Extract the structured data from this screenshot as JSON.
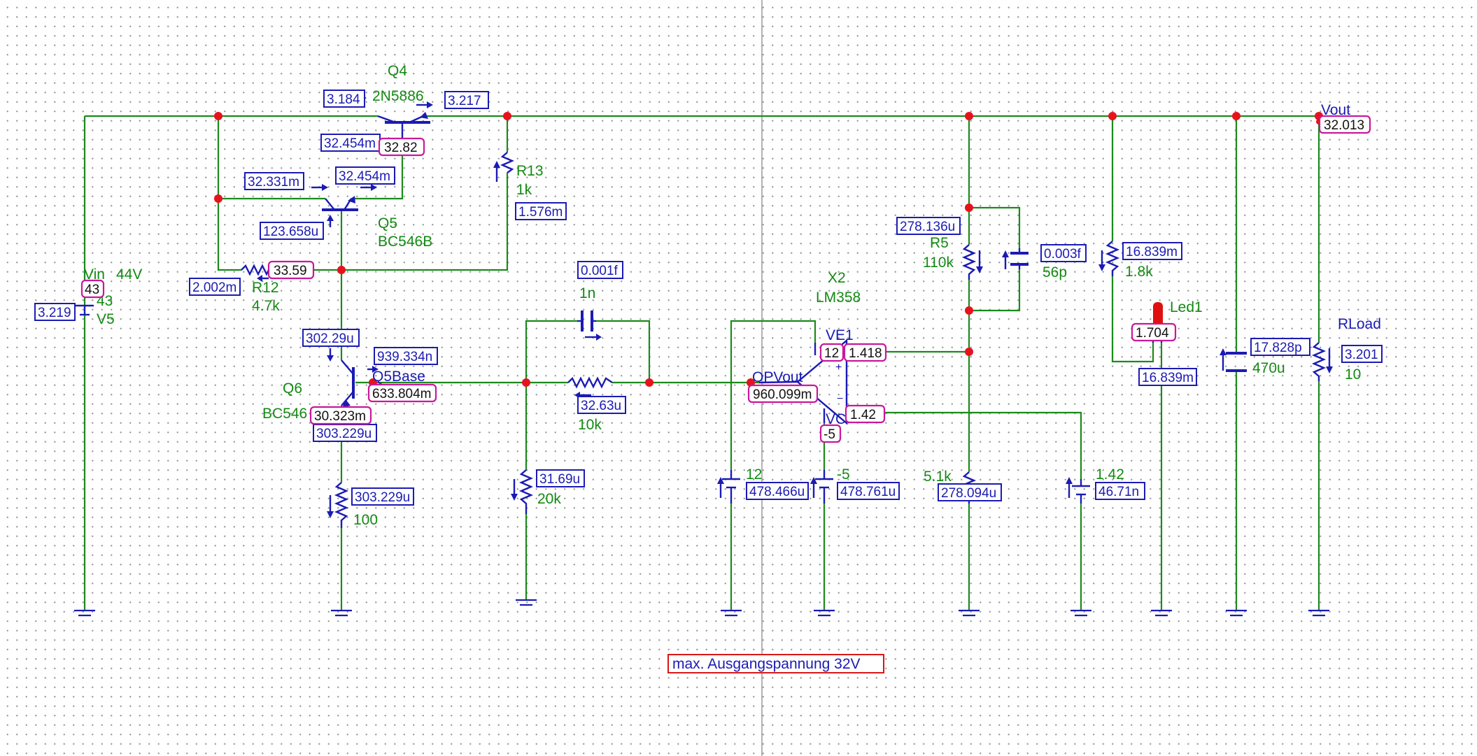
{
  "components": {
    "q4": {
      "ref": "Q4",
      "model": "2N5886"
    },
    "q5": {
      "ref": "Q5",
      "model": "BC546B"
    },
    "q6": {
      "ref": "Q6",
      "model": "BC546"
    },
    "r13": {
      "ref": "R13",
      "value": "1k"
    },
    "r12": {
      "ref": "R12",
      "value": "4.7k"
    },
    "vin": {
      "ref": "Vin",
      "value": "44V",
      "source": "V5",
      "set": "43"
    },
    "r_emitter": {
      "value": "100"
    },
    "c_fb": {
      "value": "1n"
    },
    "r_fb": {
      "value": "10k"
    },
    "r_base": {
      "value": "20k"
    },
    "x2": {
      "ref": "X2",
      "model": "LM358"
    },
    "ve1": {
      "ref": "VE1"
    },
    "vc": {
      "ref": "VC"
    },
    "opvout": {
      "ref": "OPVout"
    },
    "q5base": {
      "ref": "Q5Base"
    },
    "r5": {
      "ref": "R5",
      "value": "110k"
    },
    "c_r5": {
      "value": "56p"
    },
    "r_bottom": {
      "value": "5.1k"
    },
    "v12": {
      "value": "12"
    },
    "vneg5": {
      "value": "-5"
    },
    "vref": {
      "value": "1.42"
    },
    "r_led": {
      "value": "1.8k"
    },
    "led": {
      "ref": "Led1"
    },
    "c_out": {
      "value": "470u"
    },
    "rload": {
      "ref": "RLoad",
      "value": "10"
    },
    "vout": {
      "ref": "Vout"
    }
  },
  "readings": {
    "currents": {
      "q4_b": "3.184",
      "q4_e": "3.217",
      "q4_base_in": "32.454m",
      "q5_c": "32.331m",
      "q5_e": "32.454m",
      "q5_b": "123.658u",
      "r13": "1.576m",
      "r12": "2.002m",
      "q6_c": "302.29u",
      "q6_b": "939.334n",
      "q6_e": "303.229u",
      "r_emitter": "303.229u",
      "c_fb": "0.001f",
      "r_fb": "32.63u",
      "r_base": "31.69u",
      "v12": "478.466u",
      "vneg5": "478.761u",
      "r5": "278.136u",
      "c_r5": "0.003f",
      "r_bottom": "278.094u",
      "vref": "46.71n",
      "r_led": "16.839m",
      "led": "16.839m",
      "c_out": "17.828p",
      "rload": "3.201",
      "vin": "3.219"
    },
    "voltages": {
      "q4_base": "32.82",
      "r12_node": "33.59",
      "q6_base": "633.804m",
      "q6_emitter": "30.323m",
      "opvout": "960.099m",
      "ve1": "12",
      "vc": "-5",
      "x2_plus": "1.418",
      "x2_minus": "1.42",
      "led": "1.704",
      "vout": "32.013",
      "vin": "43"
    }
  },
  "note": "max. Ausgangspannung 32V",
  "colors": {
    "wire": "#1c8a1c",
    "component": "#1b1bb4",
    "node": "#e8121e",
    "probe": "#c8189c",
    "note_border": "#d81818"
  }
}
